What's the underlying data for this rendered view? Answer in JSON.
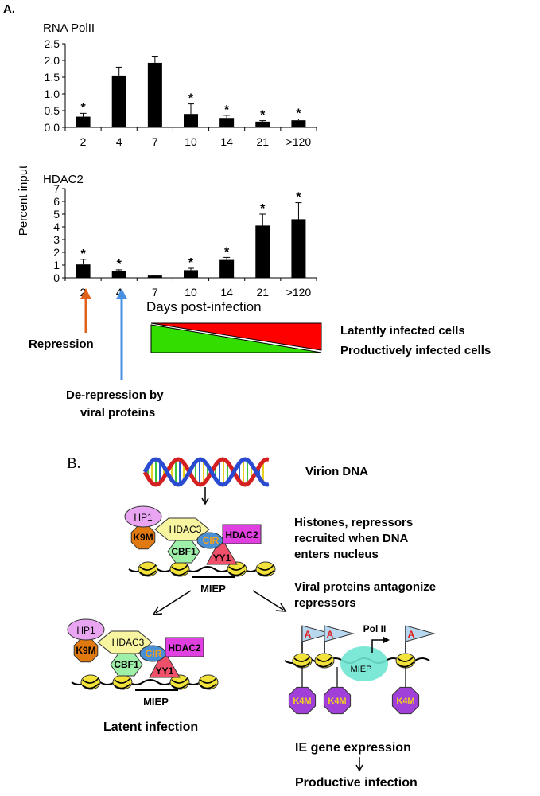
{
  "panel_a": {
    "label": "A.",
    "y_label": "Percent input",
    "x_label": "Days post-infection",
    "annotations": {
      "repression": "Repression",
      "derepression_line1": "De-repression by",
      "derepression_line2": "viral proteins",
      "latent": "Latently infected cells",
      "productive": "Productively infected cells"
    },
    "colors": {
      "latent": "#ff0000",
      "productive": "#33dd00",
      "repression_arrow": "#e0621a",
      "derepression_arrow": "#4a90e2"
    }
  },
  "chart_data": [
    {
      "type": "bar",
      "title": "RNA PolII",
      "categories": [
        "2",
        "4",
        "7",
        "10",
        "14",
        "21",
        ">120"
      ],
      "values": [
        0.32,
        1.55,
        1.93,
        0.4,
        0.28,
        0.17,
        0.21
      ],
      "errors": [
        0.1,
        0.25,
        0.2,
        0.3,
        0.08,
        0.03,
        0.04
      ],
      "significant": [
        true,
        false,
        false,
        true,
        true,
        true,
        true
      ],
      "ylim": [
        0,
        2.5
      ],
      "yticks": [
        "0.0",
        "0.5",
        "1.0",
        "1.5",
        "2.0",
        "2.5"
      ],
      "ylabel": "Percent input"
    },
    {
      "type": "bar",
      "title": "HDAC2",
      "categories": [
        "2",
        "4",
        "7",
        "10",
        "14",
        "21",
        ">120"
      ],
      "values": [
        1.05,
        0.55,
        0.18,
        0.6,
        1.4,
        4.1,
        4.6
      ],
      "errors": [
        0.4,
        0.08,
        0.03,
        0.15,
        0.2,
        0.9,
        1.3
      ],
      "significant": [
        true,
        true,
        false,
        true,
        true,
        true,
        true
      ],
      "ylim": [
        0,
        7
      ],
      "yticks": [
        "0",
        "1",
        "2",
        "3",
        "4",
        "5",
        "6",
        "7"
      ],
      "ylabel": "Percent input",
      "xlabel": "Days post-infection"
    }
  ],
  "panel_b": {
    "label": "B.",
    "virion_dna": "Virion DNA",
    "histones_line1": "Histones, repressors",
    "histones_line2": "recruited when DNA",
    "histones_line3": "enters nucleus",
    "viral_line1": "Viral proteins antagonize",
    "viral_line2": "repressors",
    "latent_infection": "Latent infection",
    "ie_expression": "IE gene expression",
    "productive_infection": "Productive infection",
    "proteins": {
      "hp1": "HP1",
      "k9m": "K9M",
      "hdac3": "HDAC3",
      "cir": "CIR",
      "hdac2": "HDAC2",
      "cbf1": "CBF1",
      "yy1": "YY1"
    },
    "miep": "MIEP",
    "pol2": "Pol II",
    "k4m": "K4M",
    "acetyl": "A",
    "colors": {
      "hp1": "#e9a5f2",
      "k9m": "#e07a10",
      "hdac3": "#f7f5a0",
      "cir": "#4a8fd4",
      "cir_text": "#f0a020",
      "hdac2": "#e040e0",
      "cbf1": "#9ef0a8",
      "yy1": "#f0506a",
      "nucleosome": "#f2e23a",
      "k4m": "#a040d8",
      "k4m_text": "#f0d020",
      "pol2_blob": "#6ee6d0",
      "flag": "#b8d8f0",
      "acetyl": "#e02020"
    }
  }
}
